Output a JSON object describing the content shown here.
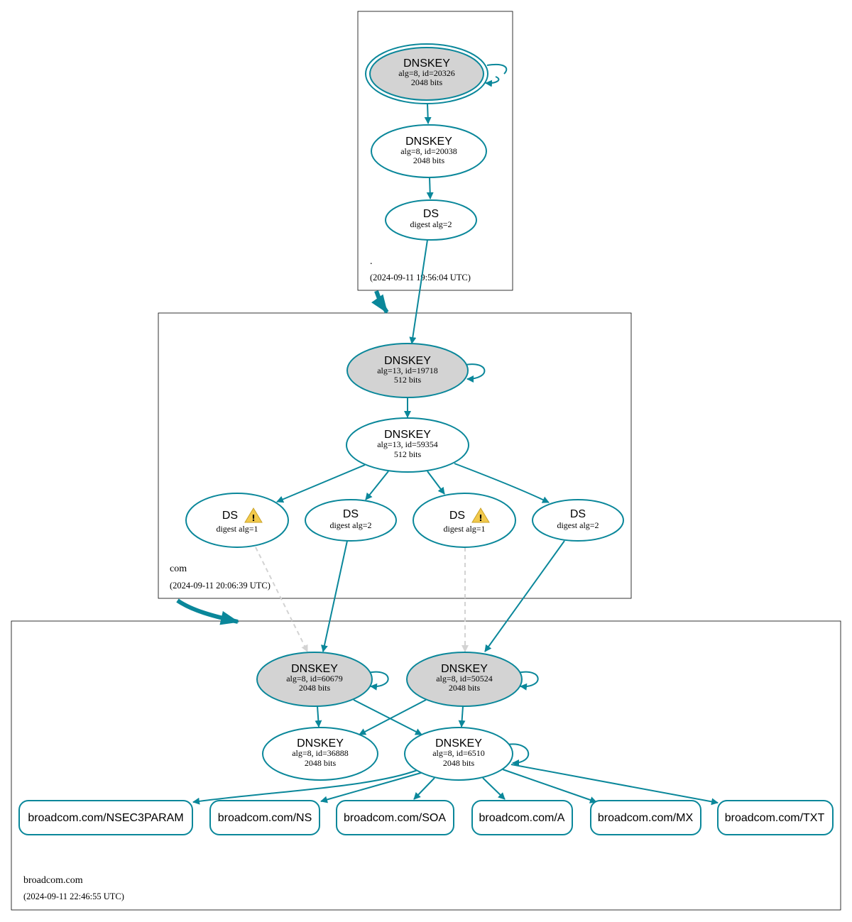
{
  "colors": {
    "edge": "#0a879a",
    "ksk_fill": "#d3d3d3",
    "insecure_edge": "#d3d3d3",
    "warning": "#f2c94c"
  },
  "zones": {
    "root": {
      "name": ".",
      "timestamp": "(2024-09-11 19:56:04 UTC)"
    },
    "com": {
      "name": "com",
      "timestamp": "(2024-09-11 20:06:39 UTC)"
    },
    "broadcom": {
      "name": "broadcom.com",
      "timestamp": "(2024-09-11 22:46:55 UTC)"
    }
  },
  "nodes": {
    "root_ksk": {
      "title": "DNSKEY",
      "line1": "alg=8, id=20326",
      "line2": "2048 bits"
    },
    "root_zsk": {
      "title": "DNSKEY",
      "line1": "alg=8, id=20038",
      "line2": "2048 bits"
    },
    "root_ds": {
      "title": "DS",
      "line1": "digest alg=2"
    },
    "com_ksk": {
      "title": "DNSKEY",
      "line1": "alg=13, id=19718",
      "line2": "512 bits"
    },
    "com_zsk": {
      "title": "DNSKEY",
      "line1": "alg=13, id=59354",
      "line2": "512 bits"
    },
    "com_ds1": {
      "title": "DS",
      "line1": "digest alg=1",
      "warning": true
    },
    "com_ds2": {
      "title": "DS",
      "line1": "digest alg=2"
    },
    "com_ds3": {
      "title": "DS",
      "line1": "digest alg=1",
      "warning": true
    },
    "com_ds4": {
      "title": "DS",
      "line1": "digest alg=2"
    },
    "bc_ksk1": {
      "title": "DNSKEY",
      "line1": "alg=8, id=60679",
      "line2": "2048 bits"
    },
    "bc_ksk2": {
      "title": "DNSKEY",
      "line1": "alg=8, id=50524",
      "line2": "2048 bits"
    },
    "bc_zsk1": {
      "title": "DNSKEY",
      "line1": "alg=8, id=36888",
      "line2": "2048 bits"
    },
    "bc_zsk2": {
      "title": "DNSKEY",
      "line1": "alg=8, id=6510",
      "line2": "2048 bits"
    }
  },
  "rrsets": [
    "broadcom.com/NSEC3PARAM",
    "broadcom.com/NS",
    "broadcom.com/SOA",
    "broadcom.com/A",
    "broadcom.com/MX",
    "broadcom.com/TXT"
  ]
}
